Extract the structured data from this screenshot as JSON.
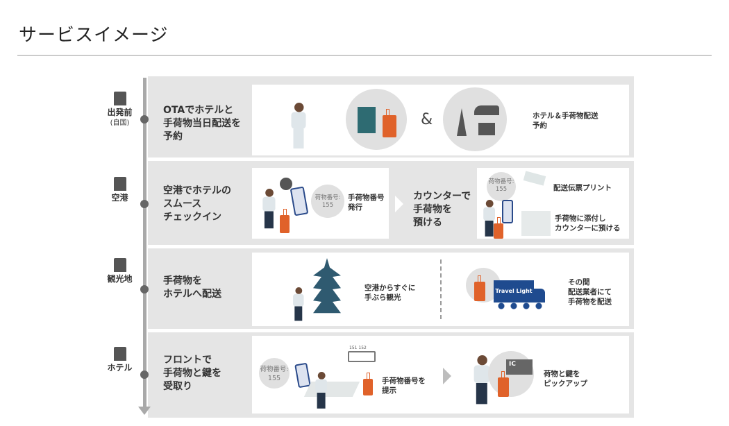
{
  "page_title": "サービスイメージ",
  "stages": [
    {
      "label": "出発前",
      "sub": "(自国)",
      "icon": "house-icon",
      "description": [
        "OTAでホテルと",
        "手荷物当日配送を",
        "予約"
      ],
      "ampersand": "&",
      "note": [
        "ホテル＆手荷物配送",
        "予約"
      ]
    },
    {
      "label": "空港",
      "icon": "airport-icon",
      "description": [
        "空港でホテルの",
        "スムース",
        "チェックイン"
      ],
      "baggage_number_label": "荷物番号:",
      "baggage_number": "155",
      "note": [
        "手荷物番号",
        "発行"
      ],
      "step2_description": [
        "カウンターで",
        "手荷物を",
        "預ける"
      ],
      "step2_badge_label": "荷物番号:",
      "step2_badge_number": "155",
      "step2_note1": "配送伝票プリント",
      "step2_note2": [
        "手荷物に添付し",
        "カウンターに預ける"
      ]
    },
    {
      "label": "観光地",
      "icon": "castle-icon",
      "description": [
        "手荷物を",
        "ホテルへ配送"
      ],
      "note": [
        "空港からすぐに",
        "手ぶら観光"
      ],
      "truck_label": "Travel Light",
      "note2": [
        "その間",
        "配送業者にて",
        "手荷物を配送"
      ]
    },
    {
      "label": "ホテル",
      "icon": "hotel-icon",
      "description": [
        "フロントで",
        "手荷物と鍵を",
        "受取り"
      ],
      "baggage_number_label": "荷物番号:",
      "baggage_number": "155",
      "tags": [
        "151",
        "152"
      ],
      "note": [
        "手荷物番号を",
        "提示"
      ],
      "card_label": "IC",
      "note2": [
        "荷物と鍵を",
        "ピックアップ"
      ]
    }
  ],
  "colors": {
    "accent": "#e0622a",
    "truck": "#1f4b8f",
    "timeline": "#a9a9a9"
  }
}
